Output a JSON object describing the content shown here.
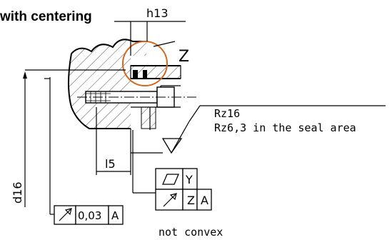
{
  "title": "with centering",
  "detail_label": "Z",
  "dimensions": {
    "h13": "h13",
    "l5": "l5",
    "d16": "d16"
  },
  "surface_finish": {
    "line1": "Rz16",
    "line2": "Rz6,3 in the seal area"
  },
  "tolerance_flatness": {
    "symbol": "flatness-symbol",
    "datum": "Y"
  },
  "tolerance_runout_1": {
    "symbol": "circular-runout-symbol",
    "value": "0,03",
    "datum": "A"
  },
  "tolerance_runout_2": {
    "symbol": "circular-runout-symbol",
    "datum1": "Z",
    "datum2": "A"
  },
  "note": "not convex",
  "colors": {
    "detail_circle": "#d2691e",
    "lines": "#000000"
  }
}
